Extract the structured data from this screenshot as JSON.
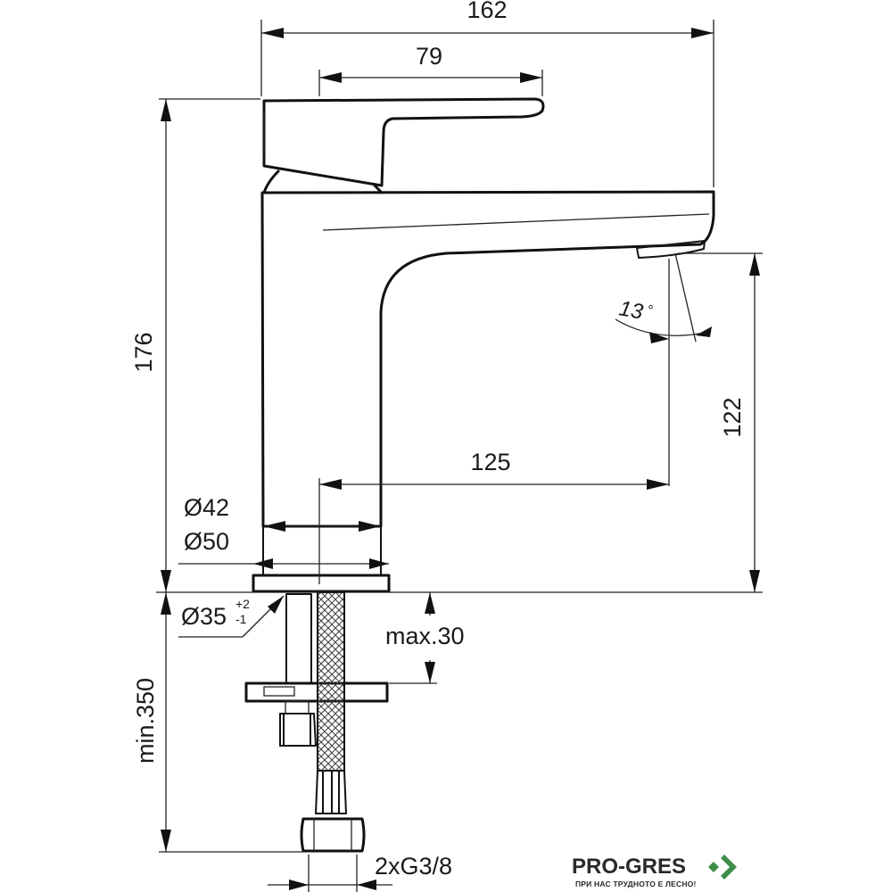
{
  "dimensions": {
    "overall_width": "162",
    "handle_length": "79",
    "overall_height": "176",
    "spout_height": "122",
    "spout_reach": "125",
    "body_diameter": "Ø42",
    "base_diameter": "Ø50",
    "hole_diameter": "Ø35",
    "hole_tol_plus": "+2",
    "hole_tol_minus": "-1",
    "max_thickness": "max.30",
    "hose_length": "min.350",
    "connection": "2xG3/8",
    "angle_value": "13",
    "angle_unit": "°"
  },
  "brand": {
    "name": "PRO-GRES",
    "tagline": "ПРИ НАС ТРУДНОТО Е ЛЕСНО!",
    "color_primary": "#2a2a2a",
    "color_accent": "#3e8e4a"
  }
}
